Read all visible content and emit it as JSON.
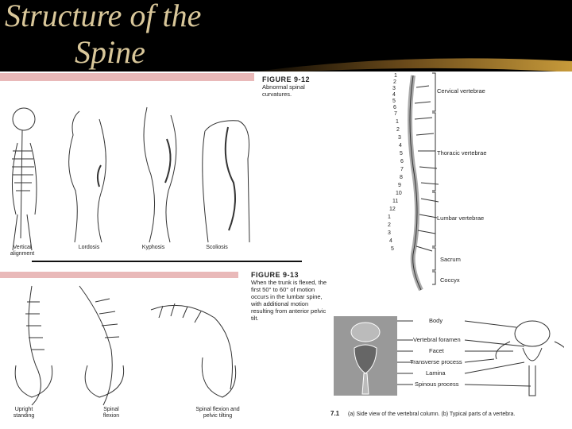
{
  "slide": {
    "title_line1": "Structure of the",
    "title_line2": "Spine"
  },
  "figure_9_12": {
    "label": "FIGURE 9-12",
    "caption": "Abnormal spinal curvatures.",
    "panels": [
      "Vertical alignment",
      "Lordosis",
      "Kyphosis",
      "Scoliosis"
    ]
  },
  "figure_9_13": {
    "label": "FIGURE 9-13",
    "caption": "When the trunk is flexed, the first 50° to 60° of motion occurs in the lumbar spine, with additional motion resulting from anterior pelvic tilt.",
    "panels": [
      "Upright standing",
      "Spinal flexion",
      "Spinal flexion and pelvic tilting"
    ]
  },
  "vertebral_column": {
    "sections": [
      "Cervical vertebrae",
      "Thoracic vertebrae",
      "Lumbar vertebrae",
      "Sacrum",
      "Coccyx"
    ],
    "numbers": [
      "1",
      "2",
      "3",
      "4",
      "5",
      "6",
      "7",
      "1",
      "2",
      "3",
      "4",
      "5",
      "6",
      "7",
      "8",
      "9",
      "10",
      "11",
      "12",
      "1",
      "2",
      "3",
      "4",
      "5"
    ]
  },
  "figure_7_1": {
    "label": "7.1",
    "parts": [
      "Body",
      "Vertebral foramen",
      "Facet",
      "Transverse process",
      "Lamina",
      "Spinous process"
    ],
    "caption": "(a) Side view of the vertebral column. (b) Typical parts of a vertebra."
  }
}
